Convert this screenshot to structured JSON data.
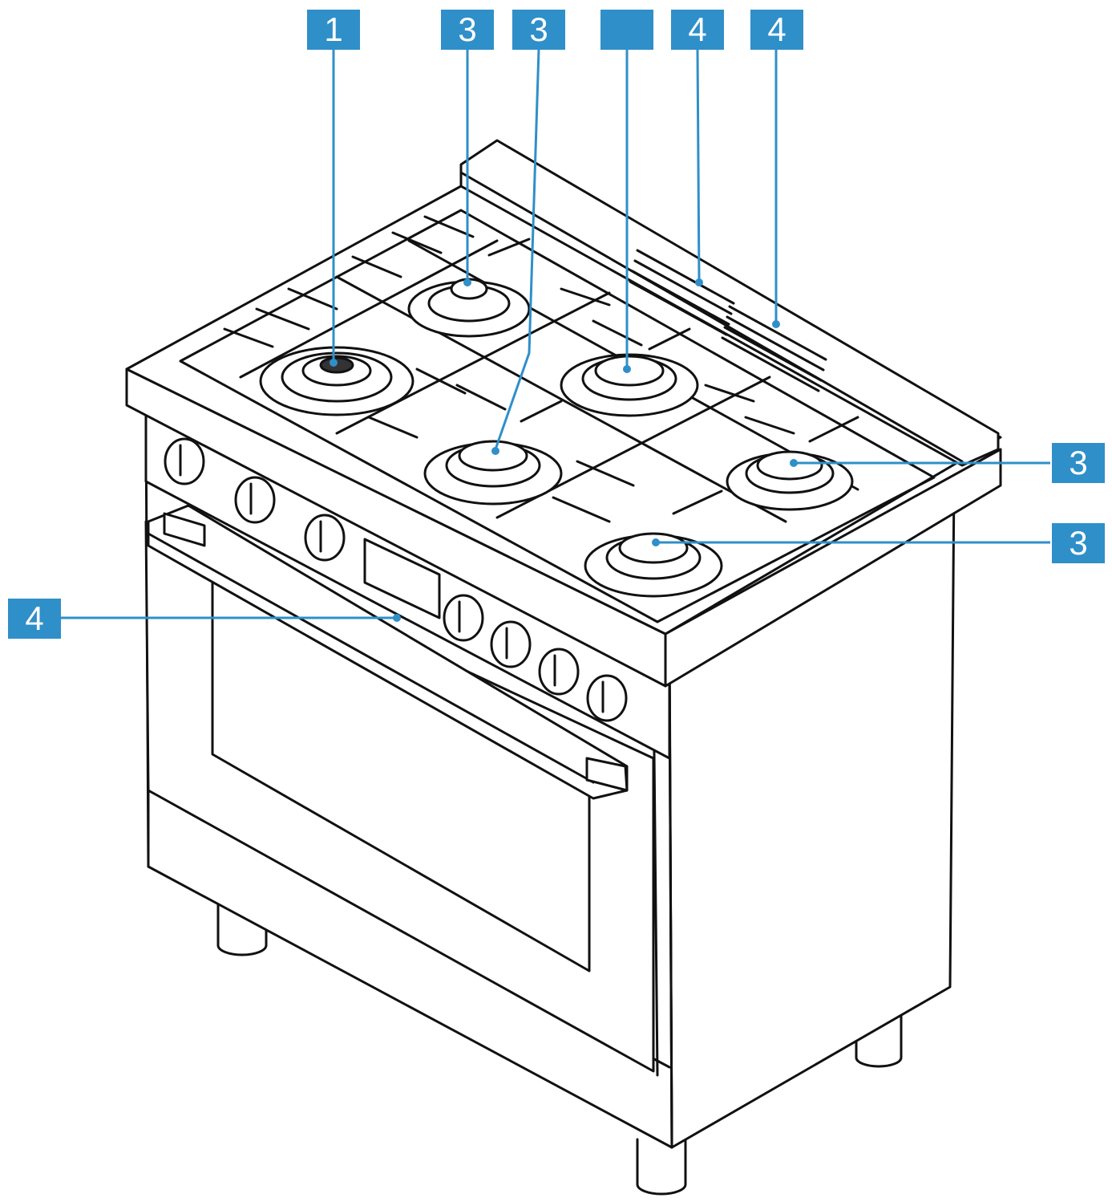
{
  "diagram": {
    "accent_color": "#2f8fc9",
    "line_color": "#111111",
    "subject": "range-cooker-illustration",
    "callouts": [
      {
        "id": "c-top-1",
        "label": "1"
      },
      {
        "id": "c-top-3a",
        "label": "3"
      },
      {
        "id": "c-top-3b",
        "label": "3"
      },
      {
        "id": "c-top-blank",
        "label": ""
      },
      {
        "id": "c-top-4a",
        "label": "4"
      },
      {
        "id": "c-top-4b",
        "label": "4"
      },
      {
        "id": "c-right-3a",
        "label": "3"
      },
      {
        "id": "c-right-3b",
        "label": "3"
      },
      {
        "id": "c-left-4",
        "label": "4"
      }
    ]
  }
}
